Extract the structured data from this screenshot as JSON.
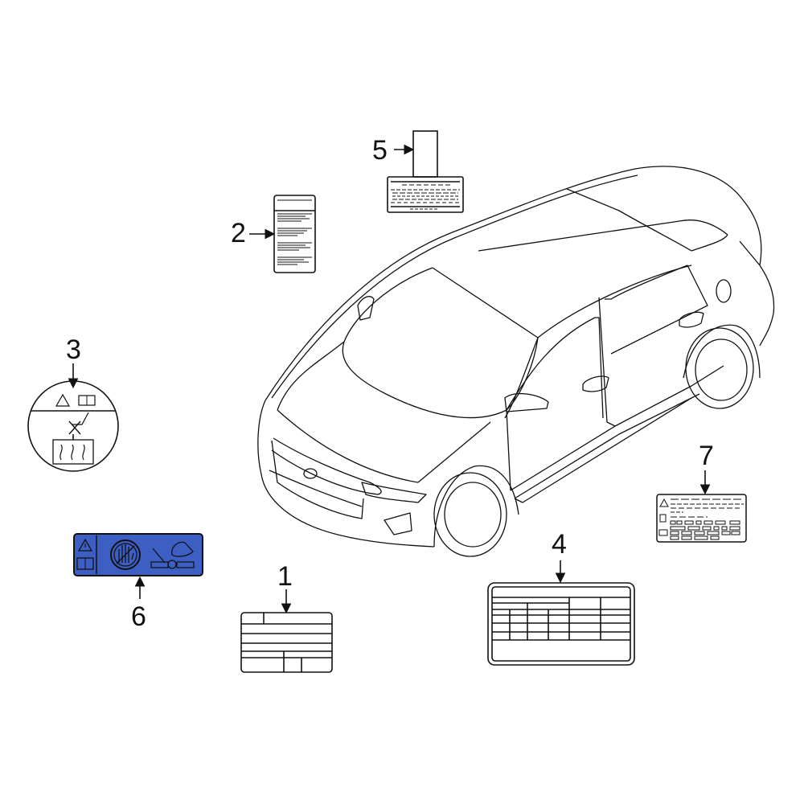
{
  "diagram": {
    "subject": "vehicle-labels",
    "colors": {
      "line": "#111111",
      "label6_fill": "#3d5fc4",
      "background": "#ffffff"
    },
    "callouts": [
      {
        "id": "1",
        "label": "1",
        "part": "vehicle-emission-label-grid"
      },
      {
        "id": "2",
        "label": "2",
        "part": "text-info-label-portrait"
      },
      {
        "id": "3",
        "label": "3",
        "part": "round-radiator-cap-warning-label"
      },
      {
        "id": "4",
        "label": "4",
        "part": "tire-pressure-table-label"
      },
      {
        "id": "5",
        "label": "5",
        "part": "hood-label-with-tab"
      },
      {
        "id": "6",
        "label": "6",
        "part": "blue-fan-warning-label"
      },
      {
        "id": "7",
        "label": "7",
        "part": "caution-info-label"
      }
    ]
  }
}
